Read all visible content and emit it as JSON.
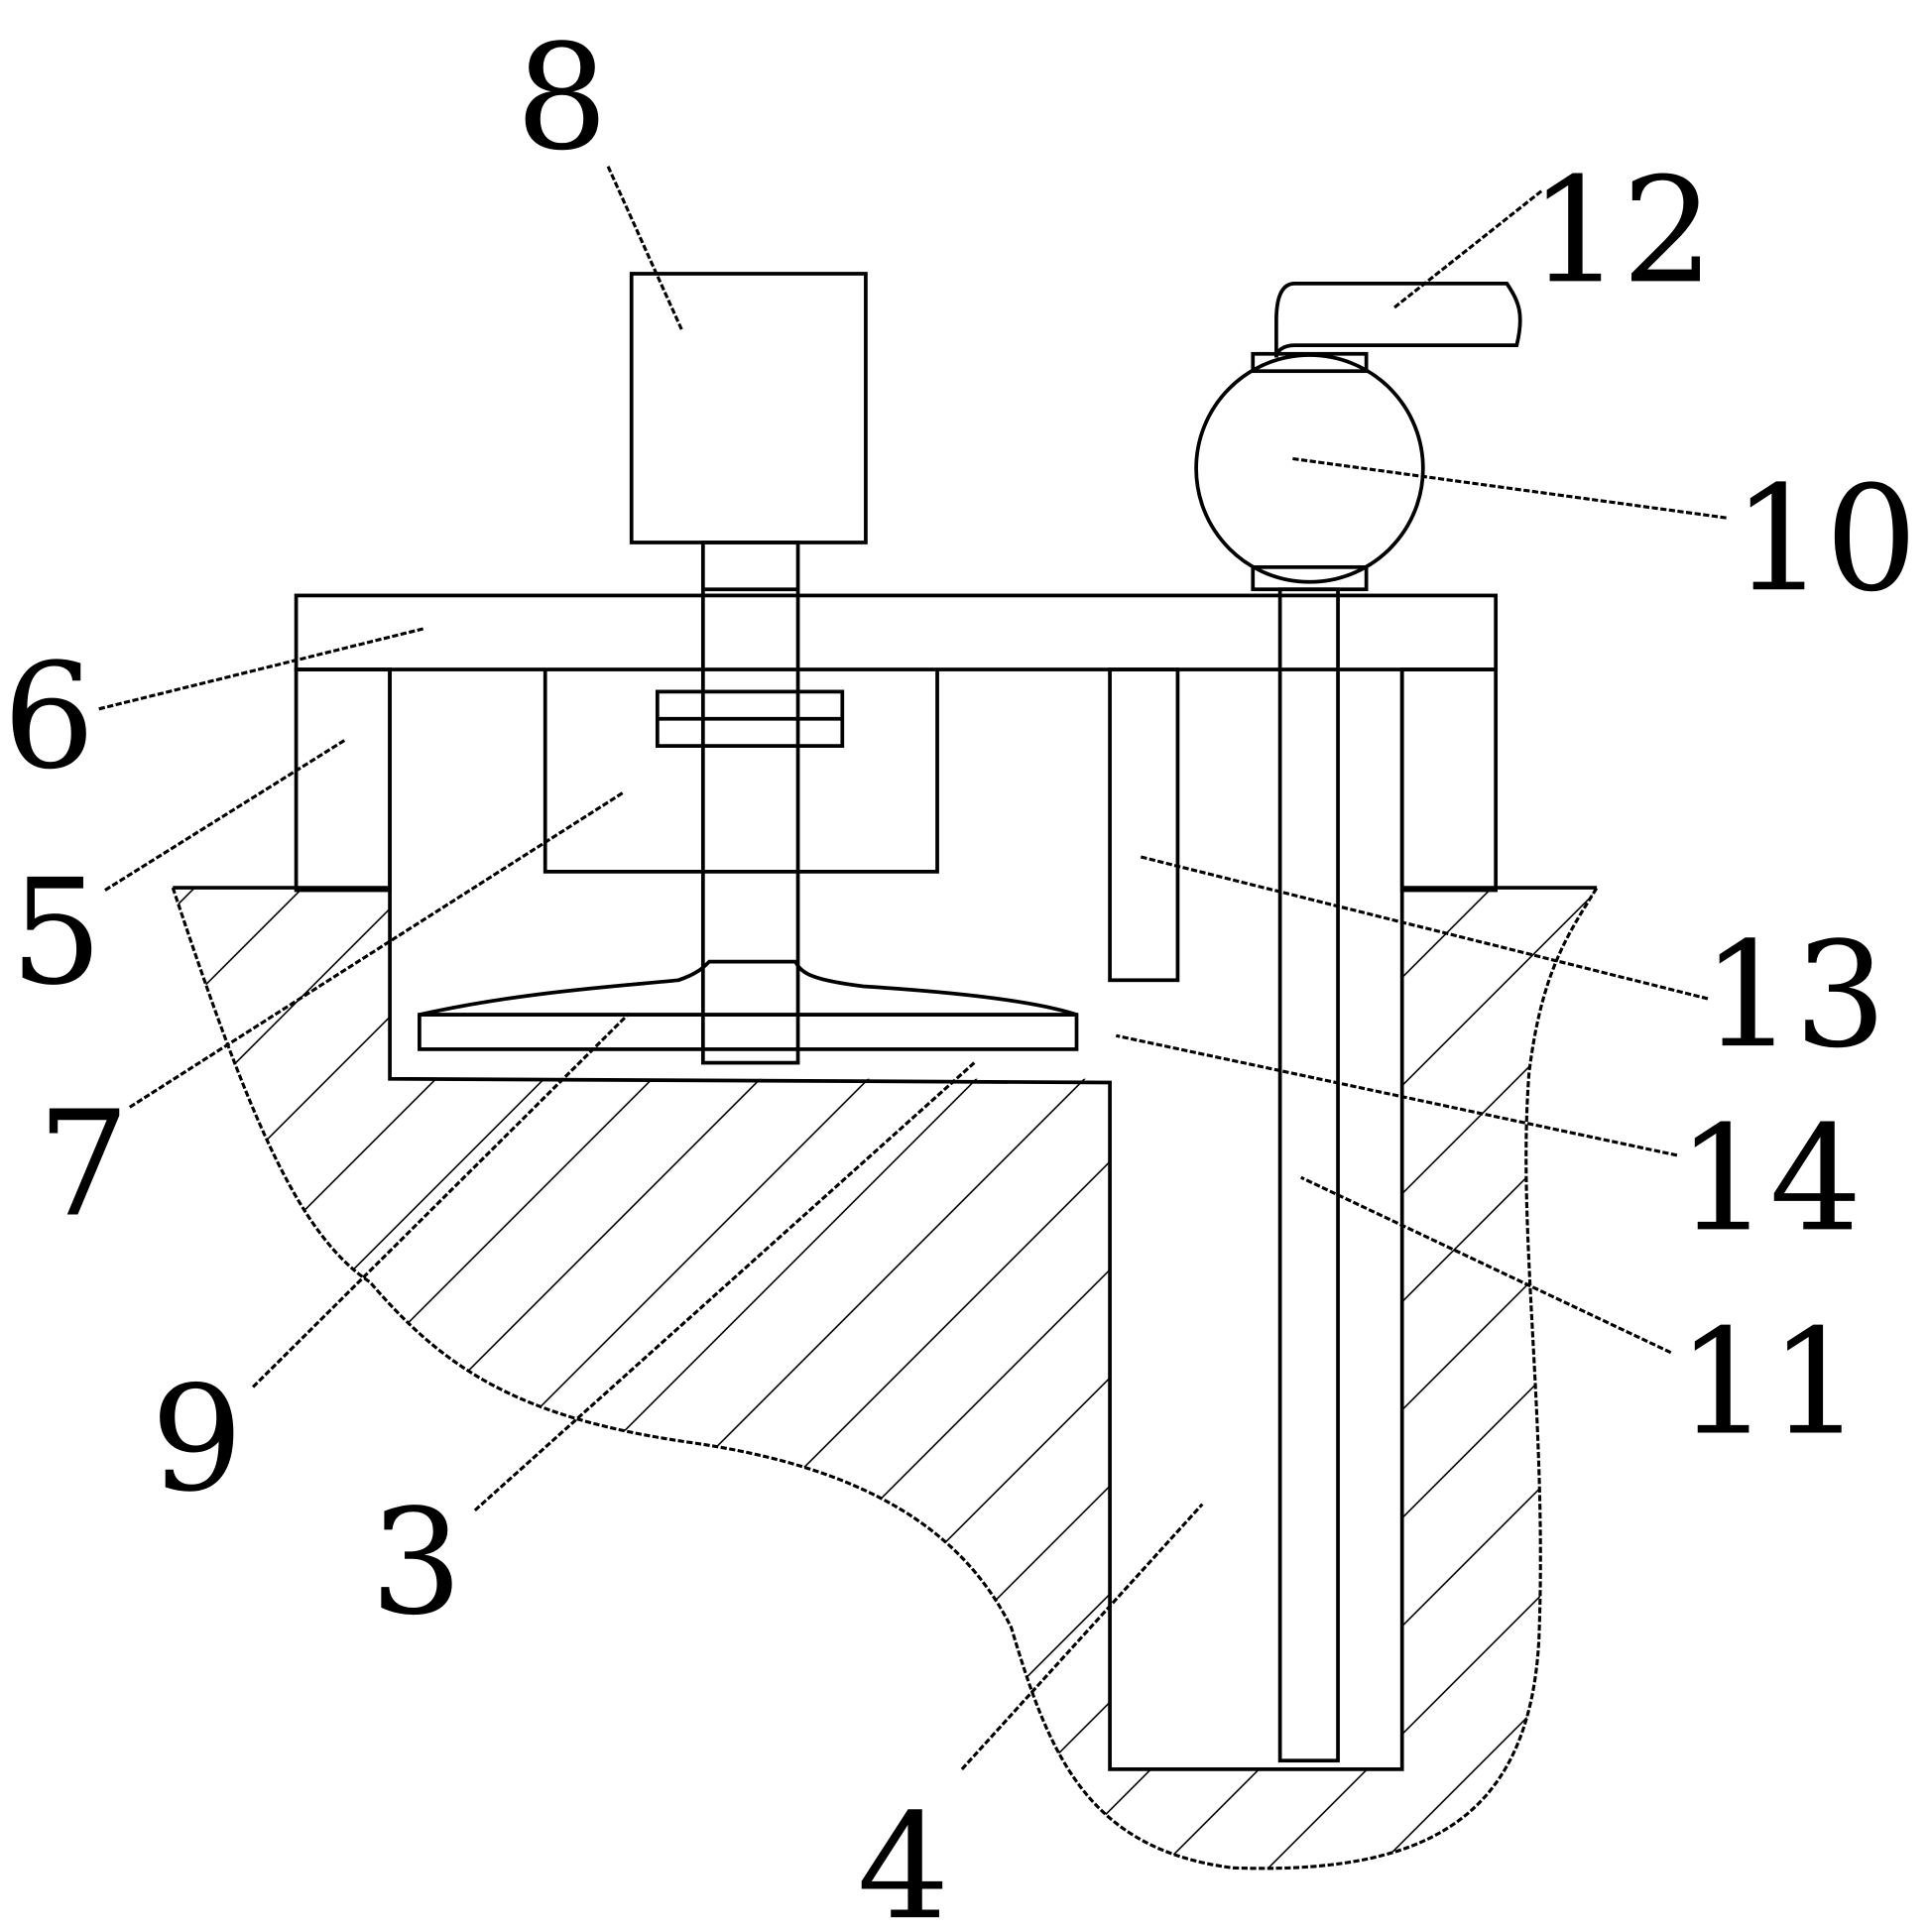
{
  "labels": {
    "l8": "8",
    "l12": "12",
    "l10": "10",
    "l6": "6",
    "l5": "5",
    "l13": "13",
    "l7": "7",
    "l14": "14",
    "l11": "11",
    "l9": "9",
    "l3": "3",
    "l4": "4"
  }
}
